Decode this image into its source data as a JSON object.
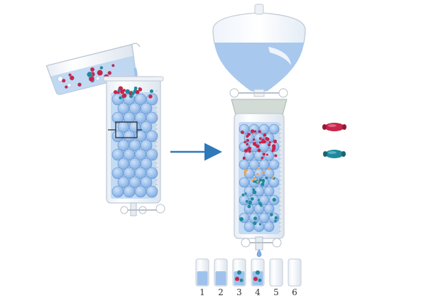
{
  "colors": {
    "background": "#ffffff",
    "liquid": "#9ec2ec",
    "liquid_light": "#c7dcf4",
    "bead": "#86b3e8",
    "bead_stroke": "#5d8fc8",
    "glass": "#f3f6fa",
    "glass_stroke": "#c3cbd6",
    "arrow": "#2e79b8",
    "large_molecule": "#c8244a",
    "small_molecule": "#1f8a9b",
    "stopper": "#cfd8d4"
  },
  "legend": [
    {
      "name": "large-molecule-icon",
      "color": "#c8244a",
      "label": ""
    },
    {
      "name": "small-molecule-icon",
      "color": "#1f8a9b",
      "label": ""
    }
  ],
  "fractions": {
    "labels": [
      "1",
      "2",
      "3",
      "4",
      "5",
      "6"
    ],
    "fill_levels": [
      0.55,
      0.55,
      0.55,
      0.55,
      0.0,
      0.0
    ],
    "contents": [
      "none",
      "none",
      "mixed",
      "mixed",
      "none",
      "none"
    ]
  }
}
